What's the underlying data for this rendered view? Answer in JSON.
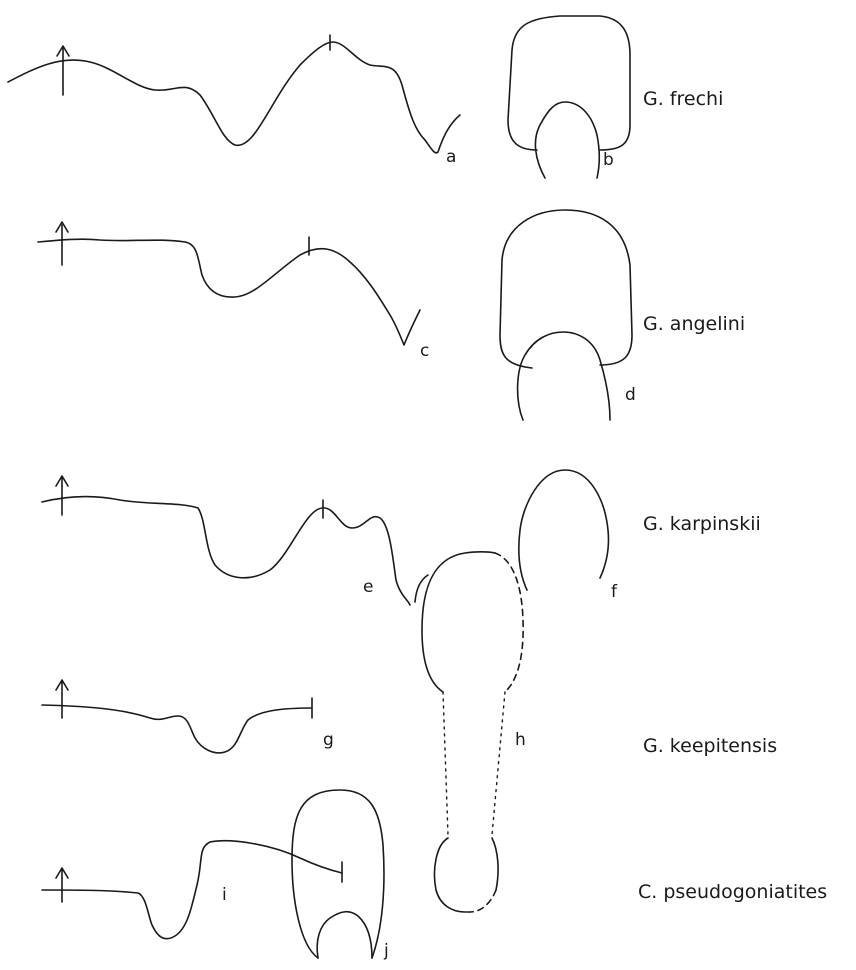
{
  "panels": {
    "a": "a",
    "b": "b",
    "c": "c",
    "d": "d",
    "e": "e",
    "f": "f",
    "g": "g",
    "h": "h",
    "i": "i",
    "j": "j"
  },
  "species": [
    "G. frechi",
    "G. angelini",
    "G. karpinskii",
    "G. keepitensis",
    "C. pseudogoniatites"
  ]
}
